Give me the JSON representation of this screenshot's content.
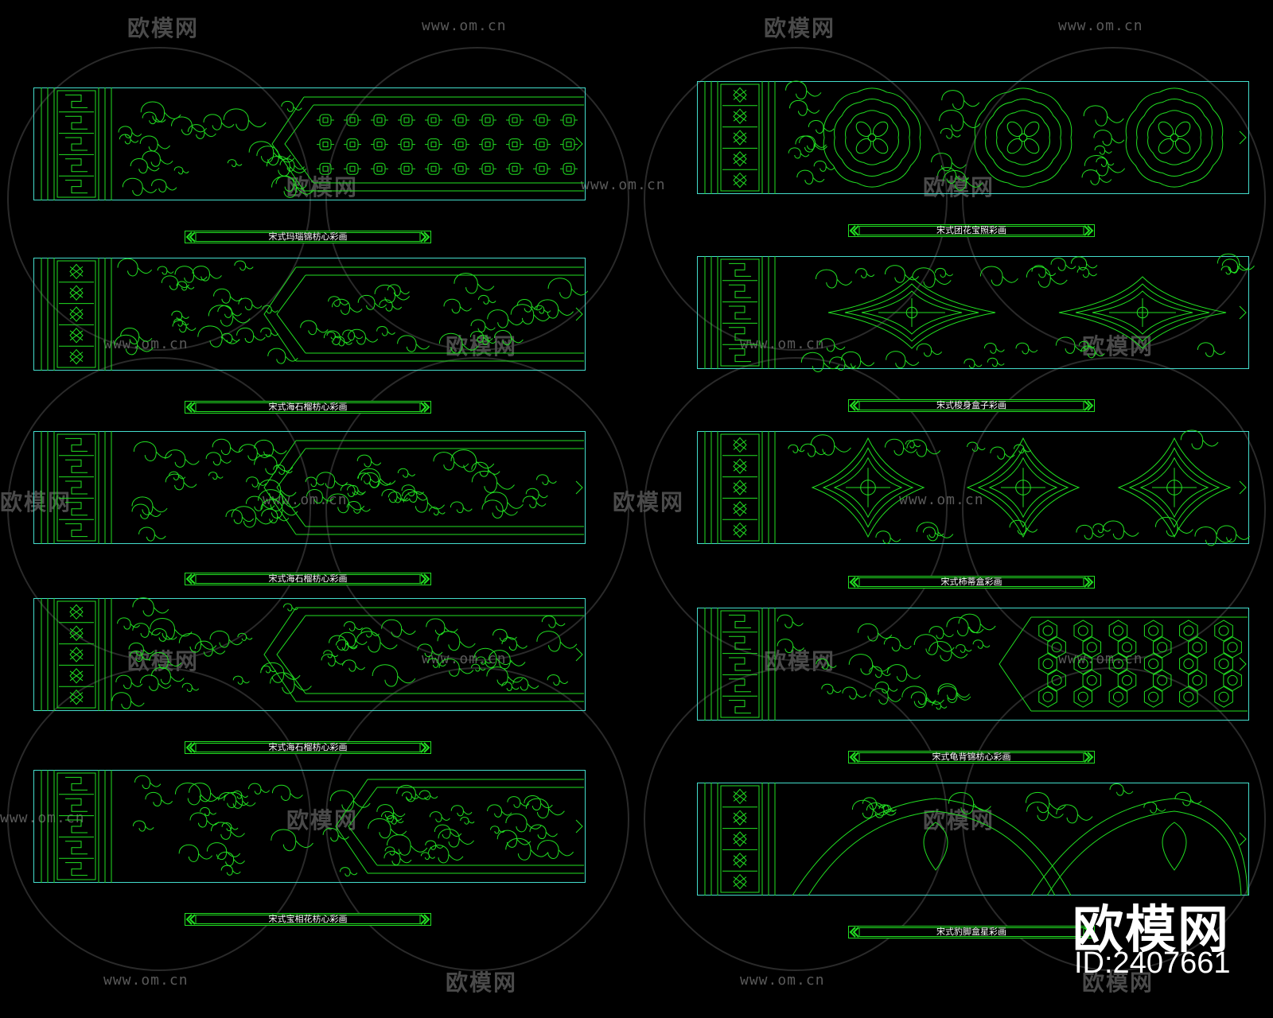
{
  "colors": {
    "background": "#000000",
    "line_green": "#22e022",
    "frame_cyan": "#44ddcc",
    "watermark": "#4a4a4a",
    "brand_text": "#ffffff"
  },
  "watermark": {
    "logo": "欧模网",
    "url": "www.om.cn",
    "logo_mark": "sofa-logo-icon"
  },
  "panels": [
    {
      "label": "宋式玛瑙锦枋心彩画"
    },
    {
      "label": "宋式海石榴枋心彩画"
    },
    {
      "label": "宋式海石榴枋心彩画"
    },
    {
      "label": "宋式海石榴枋心彩画"
    },
    {
      "label": "宋式宝相花枋心彩画"
    },
    {
      "label": "宋式团花宝照彩画"
    },
    {
      "label": "宋式梭身盒子彩画"
    },
    {
      "label": "宋式柿蒂盒彩画"
    },
    {
      "label": "宋式龟背锦枋心彩画"
    },
    {
      "label": "宋式豹脚盒星彩画"
    }
  ],
  "brand": {
    "name": "欧模网",
    "id": "ID:2407661"
  }
}
